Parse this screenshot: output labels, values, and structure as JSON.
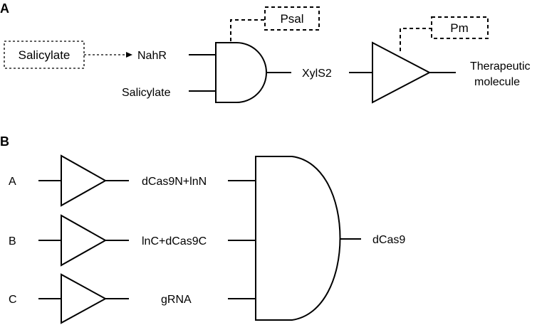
{
  "panel_a": {
    "label": "A",
    "input_box": "Salicylate",
    "nahr": "NahR",
    "salicylate": "Salicylate",
    "promoter_1": "Psal",
    "xyls2": "XylS2",
    "promoter_2": "Pm",
    "output_line1": "Therapeutic",
    "output_line2": "molecule"
  },
  "panel_b": {
    "label": "B",
    "inputs": [
      "A",
      "B",
      "C"
    ],
    "intermediates": [
      "dCas9N+lnN",
      "lnC+dCas9C",
      "gRNA"
    ],
    "output": "dCas9"
  }
}
